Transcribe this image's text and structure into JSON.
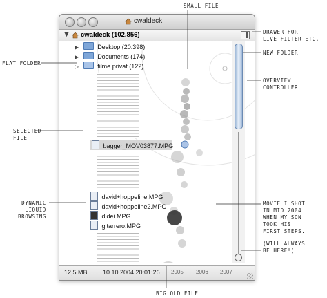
{
  "window": {
    "title": "cwaldeck",
    "path": "cwaldeck (102.856)",
    "status_size": "12,5 MB",
    "status_date": "10.10.2004 20:01:26",
    "year_axis": [
      "2005",
      "2006",
      "2007"
    ]
  },
  "folders": [
    {
      "label": "Desktop (20.398)"
    },
    {
      "label": "Documents (174)"
    },
    {
      "label": "filme privat (122)"
    }
  ],
  "files": {
    "selected": "bagger_MOV03877.MPG",
    "visible": [
      "david+hoppeline.MPG",
      "david+hoppeline2.MPG",
      "didei.MPG",
      "gitarrero.MPG"
    ]
  },
  "callouts": {
    "small_file": "small file",
    "drawer": [
      "drawer for",
      "live filter etc."
    ],
    "new_folder": "new folder",
    "flat_folder": "flat folder",
    "overview_controller": [
      "overview",
      "controller"
    ],
    "selected_file": [
      "selected",
      "file"
    ],
    "dynamic_liquid": [
      "dynamic",
      "liquid",
      "browsing"
    ],
    "movie_note": [
      "movie I shot",
      "in mid 2004",
      "when my son",
      "took his",
      "first steps."
    ],
    "always_here": [
      "(will always",
      "be here!)"
    ],
    "big_old_file": "big old file"
  },
  "colors": {
    "selection": "#d6d6d6",
    "bubble": "#8a8a8a",
    "folder_blue": "#7ea6d8"
  }
}
